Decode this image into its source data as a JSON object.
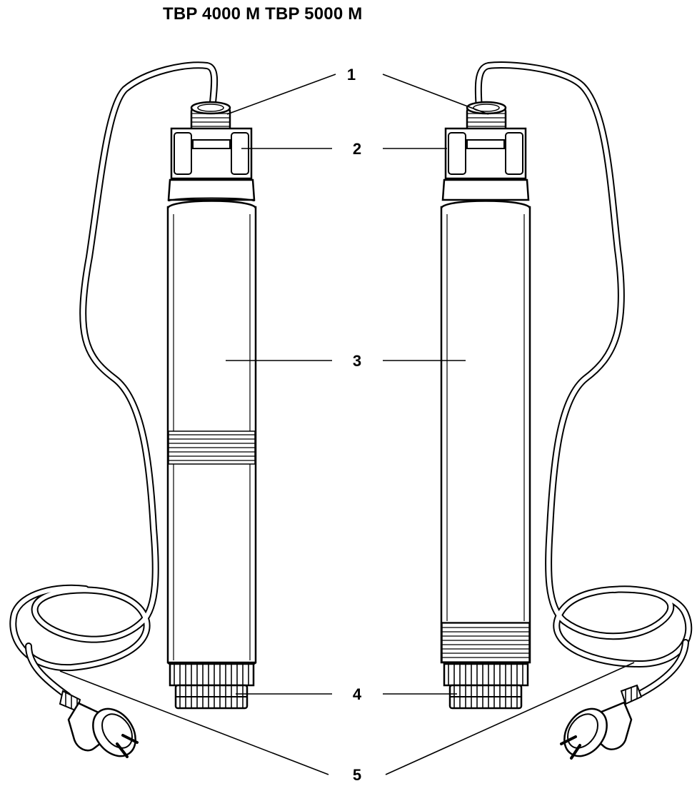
{
  "title": "TBP 4000 M TBP 5000 M",
  "callouts": [
    "1",
    "2",
    "3",
    "4",
    "5"
  ],
  "colors": {
    "ink": "#000000",
    "body": "#ffffff",
    "hatch": "#555555"
  }
}
